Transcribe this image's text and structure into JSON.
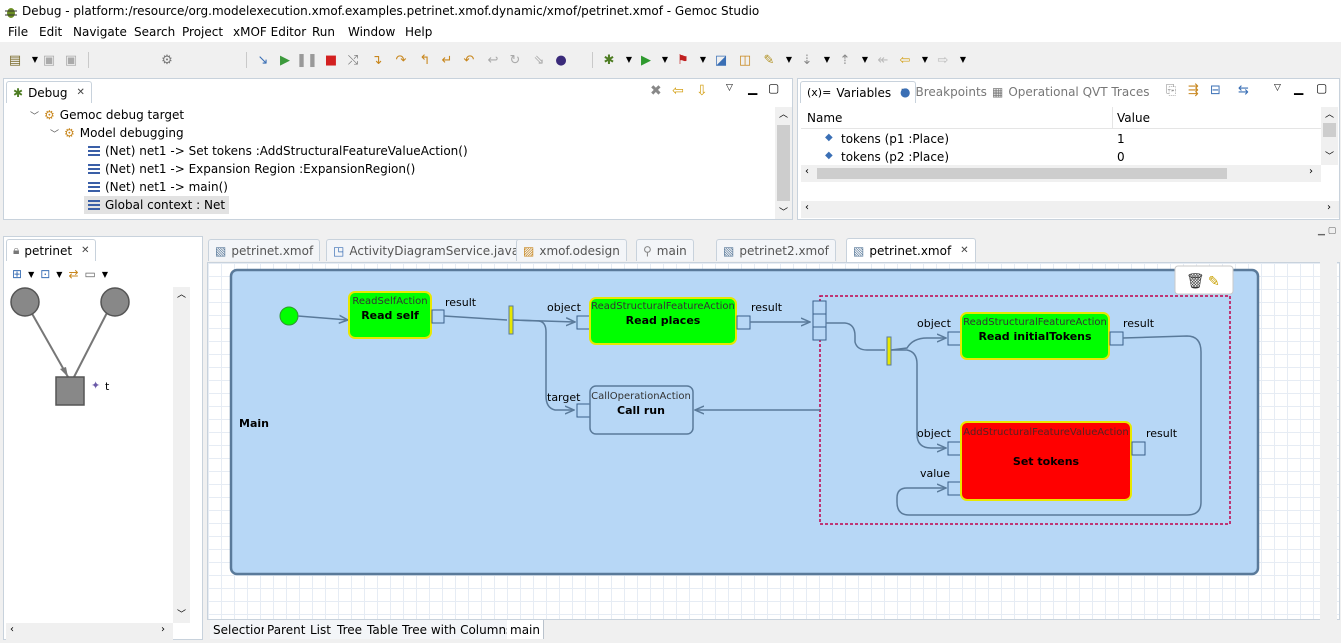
{
  "window": {
    "title": "Debug - platform:/resource/org.modelexecution.xmof.examples.petrinet.xmof.dynamic/xmof/petrinet.xmof - Gemoc Studio"
  },
  "menu": [
    "File",
    "Edit",
    "Navigate",
    "Search",
    "Project",
    "xMOF Editor",
    "Run",
    "Window",
    "Help"
  ],
  "debug_view": {
    "tab_label": "Debug",
    "tree": {
      "root": "Gemoc debug target",
      "child": "Model debugging",
      "frames": [
        "(Net) net1 -> Set tokens :AddStructuralFeatureValueAction()",
        "(Net) net1 -> Expansion Region :ExpansionRegion()",
        "(Net) net1 -> main()",
        "Global context : Net"
      ]
    }
  },
  "variables_view": {
    "tabs": [
      "Variables",
      "Breakpoints",
      "Operational QVT Traces"
    ],
    "tab_prefix": "(x)=",
    "columns": [
      "Name",
      "Value"
    ],
    "rows": [
      {
        "name": "tokens (p1 :Place)",
        "value": "1"
      },
      {
        "name": "tokens (p2 :Place)",
        "value": "0"
      }
    ]
  },
  "petrinet_view": {
    "tab_label": "petrinet",
    "transition_label": "t"
  },
  "editor_tabs": [
    "petrinet.xmof",
    "ActivityDiagramService.java",
    "xmof.odesign",
    "main",
    "petrinet2.xmof",
    "petrinet.xmof"
  ],
  "diagram": {
    "activity_label": "Main",
    "read_self": {
      "type": "ReadSelfAction",
      "name": "Read self",
      "pin": "result"
    },
    "read_places": {
      "type": "ReadStructuralFeatureAction",
      "name": "Read places",
      "in_pin": "object",
      "out_pin": "result"
    },
    "call_run": {
      "type": "CallOperationAction",
      "name": "Call run",
      "pin": "target"
    },
    "read_initial_tokens": {
      "type": "ReadStructuralFeatureAction",
      "name": "Read initialTokens",
      "in_pin": "object",
      "out_pin": "result"
    },
    "set_tokens": {
      "type": "AddStructuralFeatureValueAction",
      "name": "Set tokens",
      "in_pin_object": "object",
      "in_pin_value": "value",
      "out_pin": "result"
    },
    "colors": {
      "activity_fill": "#b7d7f6",
      "active_node": "#00ff00",
      "current_node": "#ff0000",
      "border_yellow": "#ffff00",
      "region_border": "#c0004a"
    }
  },
  "bottom_tabs": [
    "Selection",
    "Parent",
    "List",
    "Tree",
    "Table",
    "Tree with Columns",
    "main"
  ]
}
